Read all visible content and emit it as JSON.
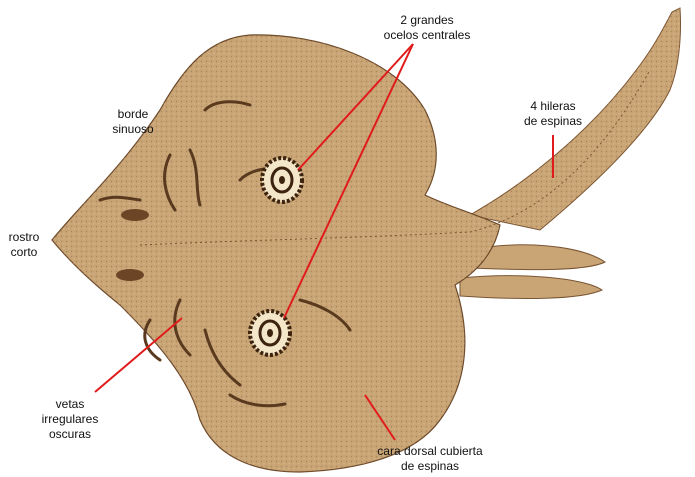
{
  "labels": {
    "ocelos_line1": "2 grandes",
    "ocelos_line2": "ocelos centrales",
    "espinas_line1": "4 hileras",
    "espinas_line2": "de espinas",
    "borde_line1": "borde",
    "borde_line2": "sinuoso",
    "rostro_line1": "rostro",
    "rostro_line2": "corto",
    "vetas_line1": "vetas",
    "vetas_line2": "irregulares",
    "vetas_line3": "oscuras",
    "cara_line1": "cara dorsal cubierta",
    "cara_line2": "de espinas"
  },
  "colors": {
    "body": "#c9a576",
    "body_light": "#d8bb90",
    "marks": "#5a3a1e",
    "leader": "#e11b1b",
    "text": "#111111"
  }
}
